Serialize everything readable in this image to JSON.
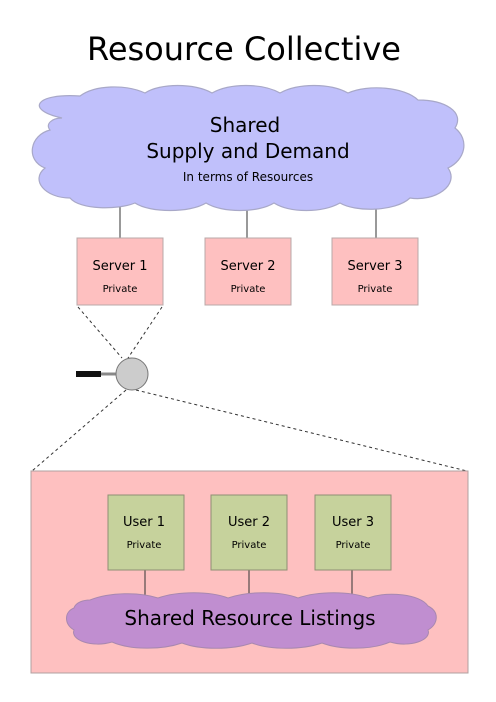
{
  "title": "Resource Collective",
  "cloud_top": {
    "line1": "Shared",
    "line2": "Supply and Demand",
    "line3": "In terms of Resources"
  },
  "servers": [
    {
      "name": "Server 1",
      "sub": "Private"
    },
    {
      "name": "Server 2",
      "sub": "Private"
    },
    {
      "name": "Server 3",
      "sub": "Private"
    }
  ],
  "users": [
    {
      "name": "User 1",
      "sub": "Private"
    },
    {
      "name": "User 2",
      "sub": "Private"
    },
    {
      "name": "User 3",
      "sub": "Private"
    }
  ],
  "cloud_bottom": {
    "label": "Shared Resource Listings"
  },
  "colors": {
    "cloud_top_fill": "#c0c0fb",
    "cloud_top_stroke": "#a8a8c8",
    "server_fill": "#fec0c0",
    "server_stroke": "#b8a8a8",
    "panel_fill": "#fec0c0",
    "user_fill": "#c6d29c",
    "user_stroke": "#8f8f73",
    "cloud_bottom_fill": "#c08ed0",
    "cloud_bottom_stroke": "#a888b0",
    "lens_fill": "#cccccc",
    "handle": "#111111"
  },
  "icons": [
    "magnifying-glass-icon"
  ]
}
